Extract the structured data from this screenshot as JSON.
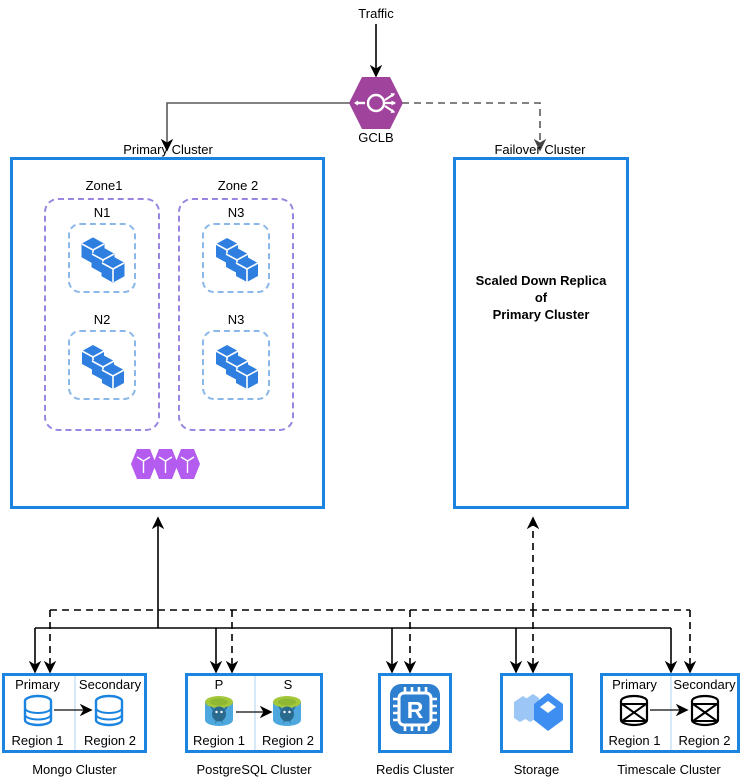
{
  "diagram": {
    "traffic_label": "Traffic",
    "gclb": {
      "label": "GCLB",
      "icon": "load-balancer-icon",
      "color": "#a0439c"
    }
  },
  "primary_cluster": {
    "title": "Primary Cluster",
    "border_color": "#1a84e0",
    "zones": [
      {
        "label": "Zone1",
        "nodes": [
          {
            "label": "N1",
            "icon": "cube-stack-icon"
          },
          {
            "label": "N2",
            "icon": "cube-stack-icon"
          }
        ]
      },
      {
        "label": "Zone 2",
        "nodes": [
          {
            "label": "N3",
            "icon": "cube-stack-icon"
          },
          {
            "label": "N3",
            "icon": "cube-stack-icon"
          }
        ]
      }
    ],
    "pods": {
      "icon": "hexagon-cube-group-icon",
      "color": "#b45cf0",
      "count": 3
    }
  },
  "failover_cluster": {
    "title": "Failover Cluster",
    "body_line1": "Scaled Down Replica",
    "body_line2": "of",
    "body_line3": "Primary Cluster",
    "border_color": "#1a84e0"
  },
  "datastores": [
    {
      "name": "Mongo Cluster",
      "icon": "mongodb-icon",
      "left": {
        "role": "Primary",
        "region": "Region 1"
      },
      "right": {
        "role": "Secondary",
        "region": "Region 2"
      }
    },
    {
      "name": "PostgreSQL Cluster",
      "icon": "postgresql-icon",
      "left": {
        "role": "P",
        "region": "Region 1"
      },
      "right": {
        "role": "S",
        "region": "Region 2"
      }
    },
    {
      "name": "Redis Cluster",
      "icon": "redis-icon"
    },
    {
      "name": "Storage",
      "icon": "storage-bucket-icon"
    },
    {
      "name": "Timescale Cluster",
      "icon": "timescale-icon",
      "left": {
        "role": "Primary",
        "region": "Region 1"
      },
      "right": {
        "role": "Secondary",
        "region": "Region 2"
      }
    }
  ]
}
